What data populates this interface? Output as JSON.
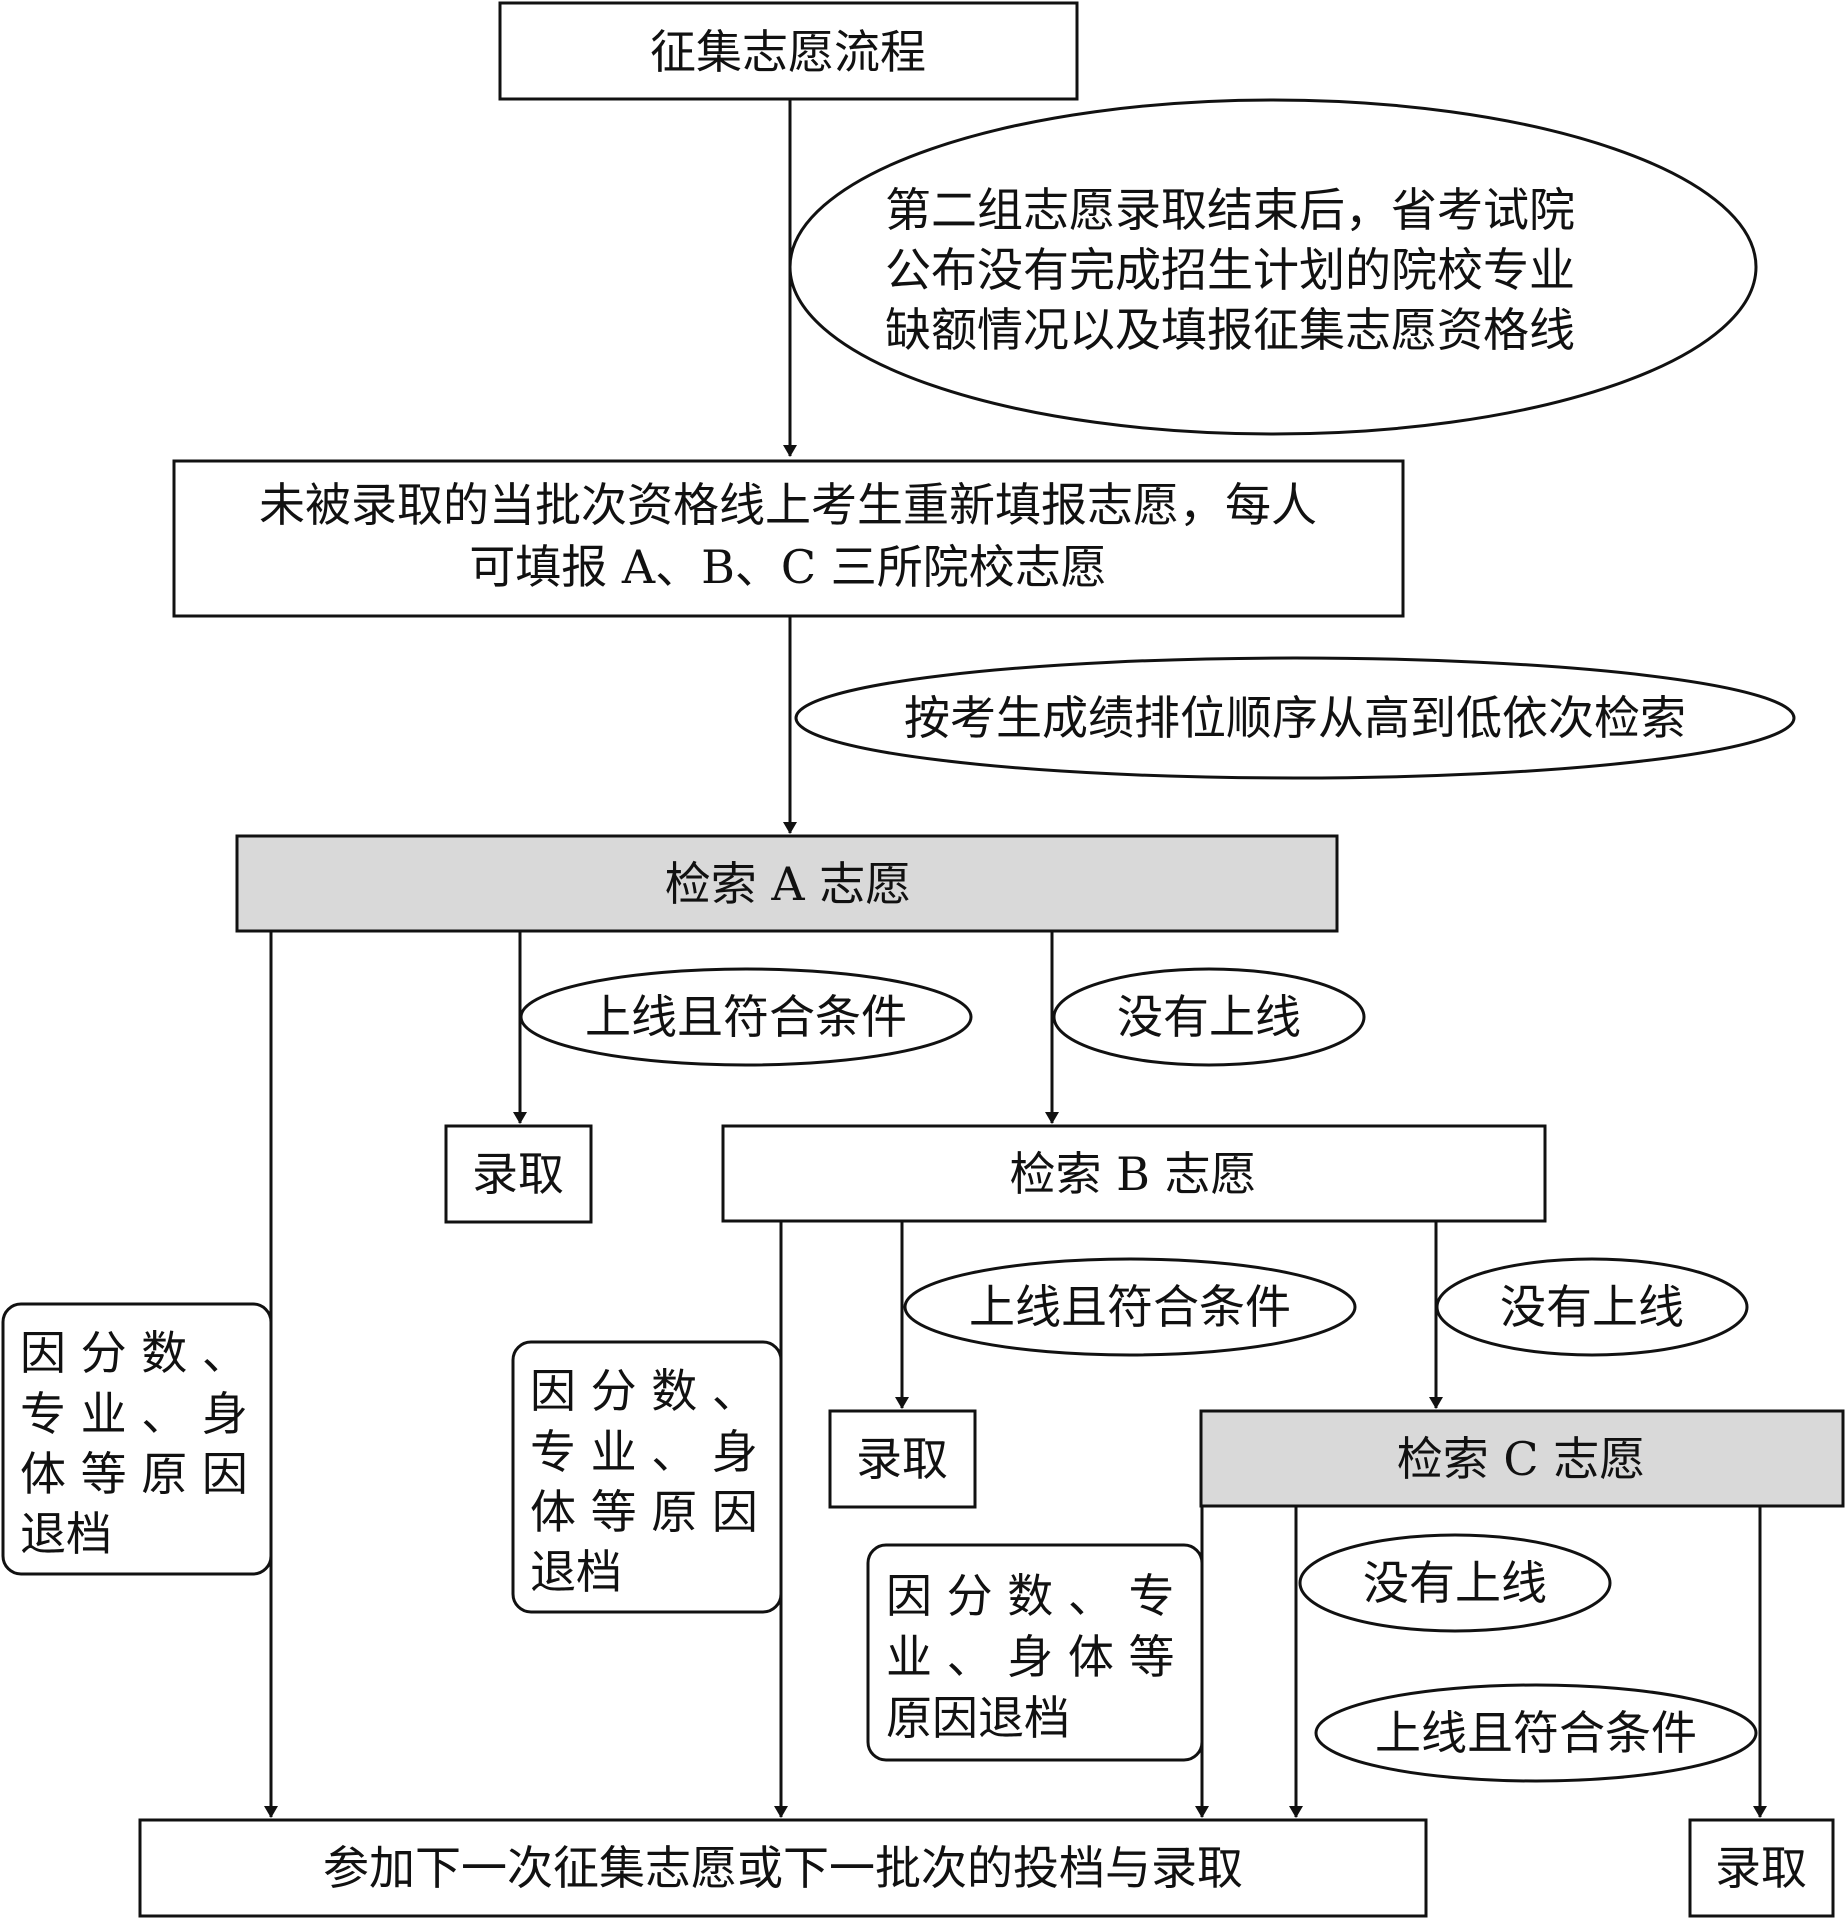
{
  "colors": {
    "line": "#111111",
    "box_fill": "#ffffff",
    "shaded_fill": "#d9d9d9"
  },
  "title": "征集志愿流程",
  "note_top": {
    "lines": [
      "第二组志愿录取结束后，省考试院",
      "公布没有完成招生计划的院校专业",
      "缺额情况以及填报征集志愿资格线"
    ]
  },
  "step_refill": {
    "lines": [
      "未被录取的当批次资格线上考生重新填报志愿，每人",
      "可填报 A、B、C 三所院校志愿"
    ]
  },
  "note_order": "按考生成绩排位顺序从高到低依次检索",
  "search_a": "检索 A 志愿",
  "search_b": "检索 B 志愿",
  "search_c": "检索 C 志愿",
  "cond_a_pass": "上线且符合条件",
  "cond_a_fail": "没有上线",
  "cond_b_pass": "上线且符合条件",
  "cond_b_fail": "没有上线",
  "cond_c_fail": "没有上线",
  "cond_c_pass": "上线且符合条件",
  "admit_a": "录取",
  "admit_b": "录取",
  "admit_c": "录取",
  "reject_a": {
    "lines": [
      "因 分 数 、",
      "专 业 、 身",
      "体 等 原 因",
      "退档"
    ]
  },
  "reject_b": {
    "lines": [
      "因 分 数 、",
      "专 业 、 身",
      "体 等 原 因",
      "退档"
    ]
  },
  "reject_c": {
    "lines": [
      "因 分 数 、 专",
      "业 、 身 体 等",
      "原因退档"
    ]
  },
  "final": "参加下一次征集志愿或下一批次的投档与录取"
}
